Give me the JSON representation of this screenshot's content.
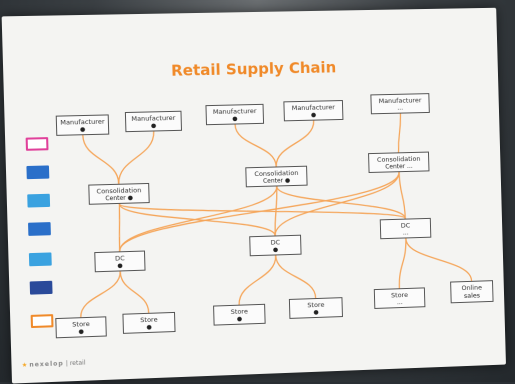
{
  "title": "Retail Supply Chain",
  "colors": {
    "title": "#f08a2a",
    "connector": "#f5a65b",
    "icon_pink": "#e0409a",
    "icon_blue": "#2f7fd1",
    "icon_light_blue": "#3aa2e0",
    "icon_navy": "#2a4a9a",
    "icon_orange": "#f08a2a"
  },
  "icons": [
    {
      "name": "factory-icon",
      "color": "#e0409a"
    },
    {
      "name": "truck-icon",
      "color": "#2a6fc9"
    },
    {
      "name": "truck-icon",
      "color": "#3aa2e0"
    },
    {
      "name": "airplane-icon",
      "color": "#2a6fc9"
    },
    {
      "name": "truck-icon",
      "color": "#3aa2e0"
    },
    {
      "name": "truck-icon",
      "color": "#2a4a9a"
    },
    {
      "name": "store-icon",
      "color": "#f08a2a"
    }
  ],
  "nodes": {
    "m1": {
      "label": "Manufacturer",
      "sub": "●"
    },
    "m2": {
      "label": "Manufacturer",
      "sub": "●"
    },
    "m3": {
      "label": "Manufacturer",
      "sub": "●"
    },
    "m4": {
      "label": "Manufacturer",
      "sub": "●"
    },
    "m5": {
      "label": "Manufacturer",
      "sub": "..."
    },
    "c1": {
      "label": "Consolidation",
      "sub": "Center ●"
    },
    "c2": {
      "label": "Consolidation",
      "sub": "Center ●"
    },
    "c3": {
      "label": "Consolidation",
      "sub": "Center ..."
    },
    "d1": {
      "label": "DC",
      "sub": "●"
    },
    "d2": {
      "label": "DC",
      "sub": "●"
    },
    "d3": {
      "label": "DC",
      "sub": "..."
    },
    "s1": {
      "label": "Store",
      "sub": "●"
    },
    "s2": {
      "label": "Store",
      "sub": "●"
    },
    "s3": {
      "label": "Store",
      "sub": "●"
    },
    "s4": {
      "label": "Store",
      "sub": "●"
    },
    "s5": {
      "label": "Store",
      "sub": "..."
    },
    "online": {
      "label": "Online",
      "sub": "sales"
    }
  },
  "footer": {
    "logo": "nexelop",
    "section": "retail"
  }
}
